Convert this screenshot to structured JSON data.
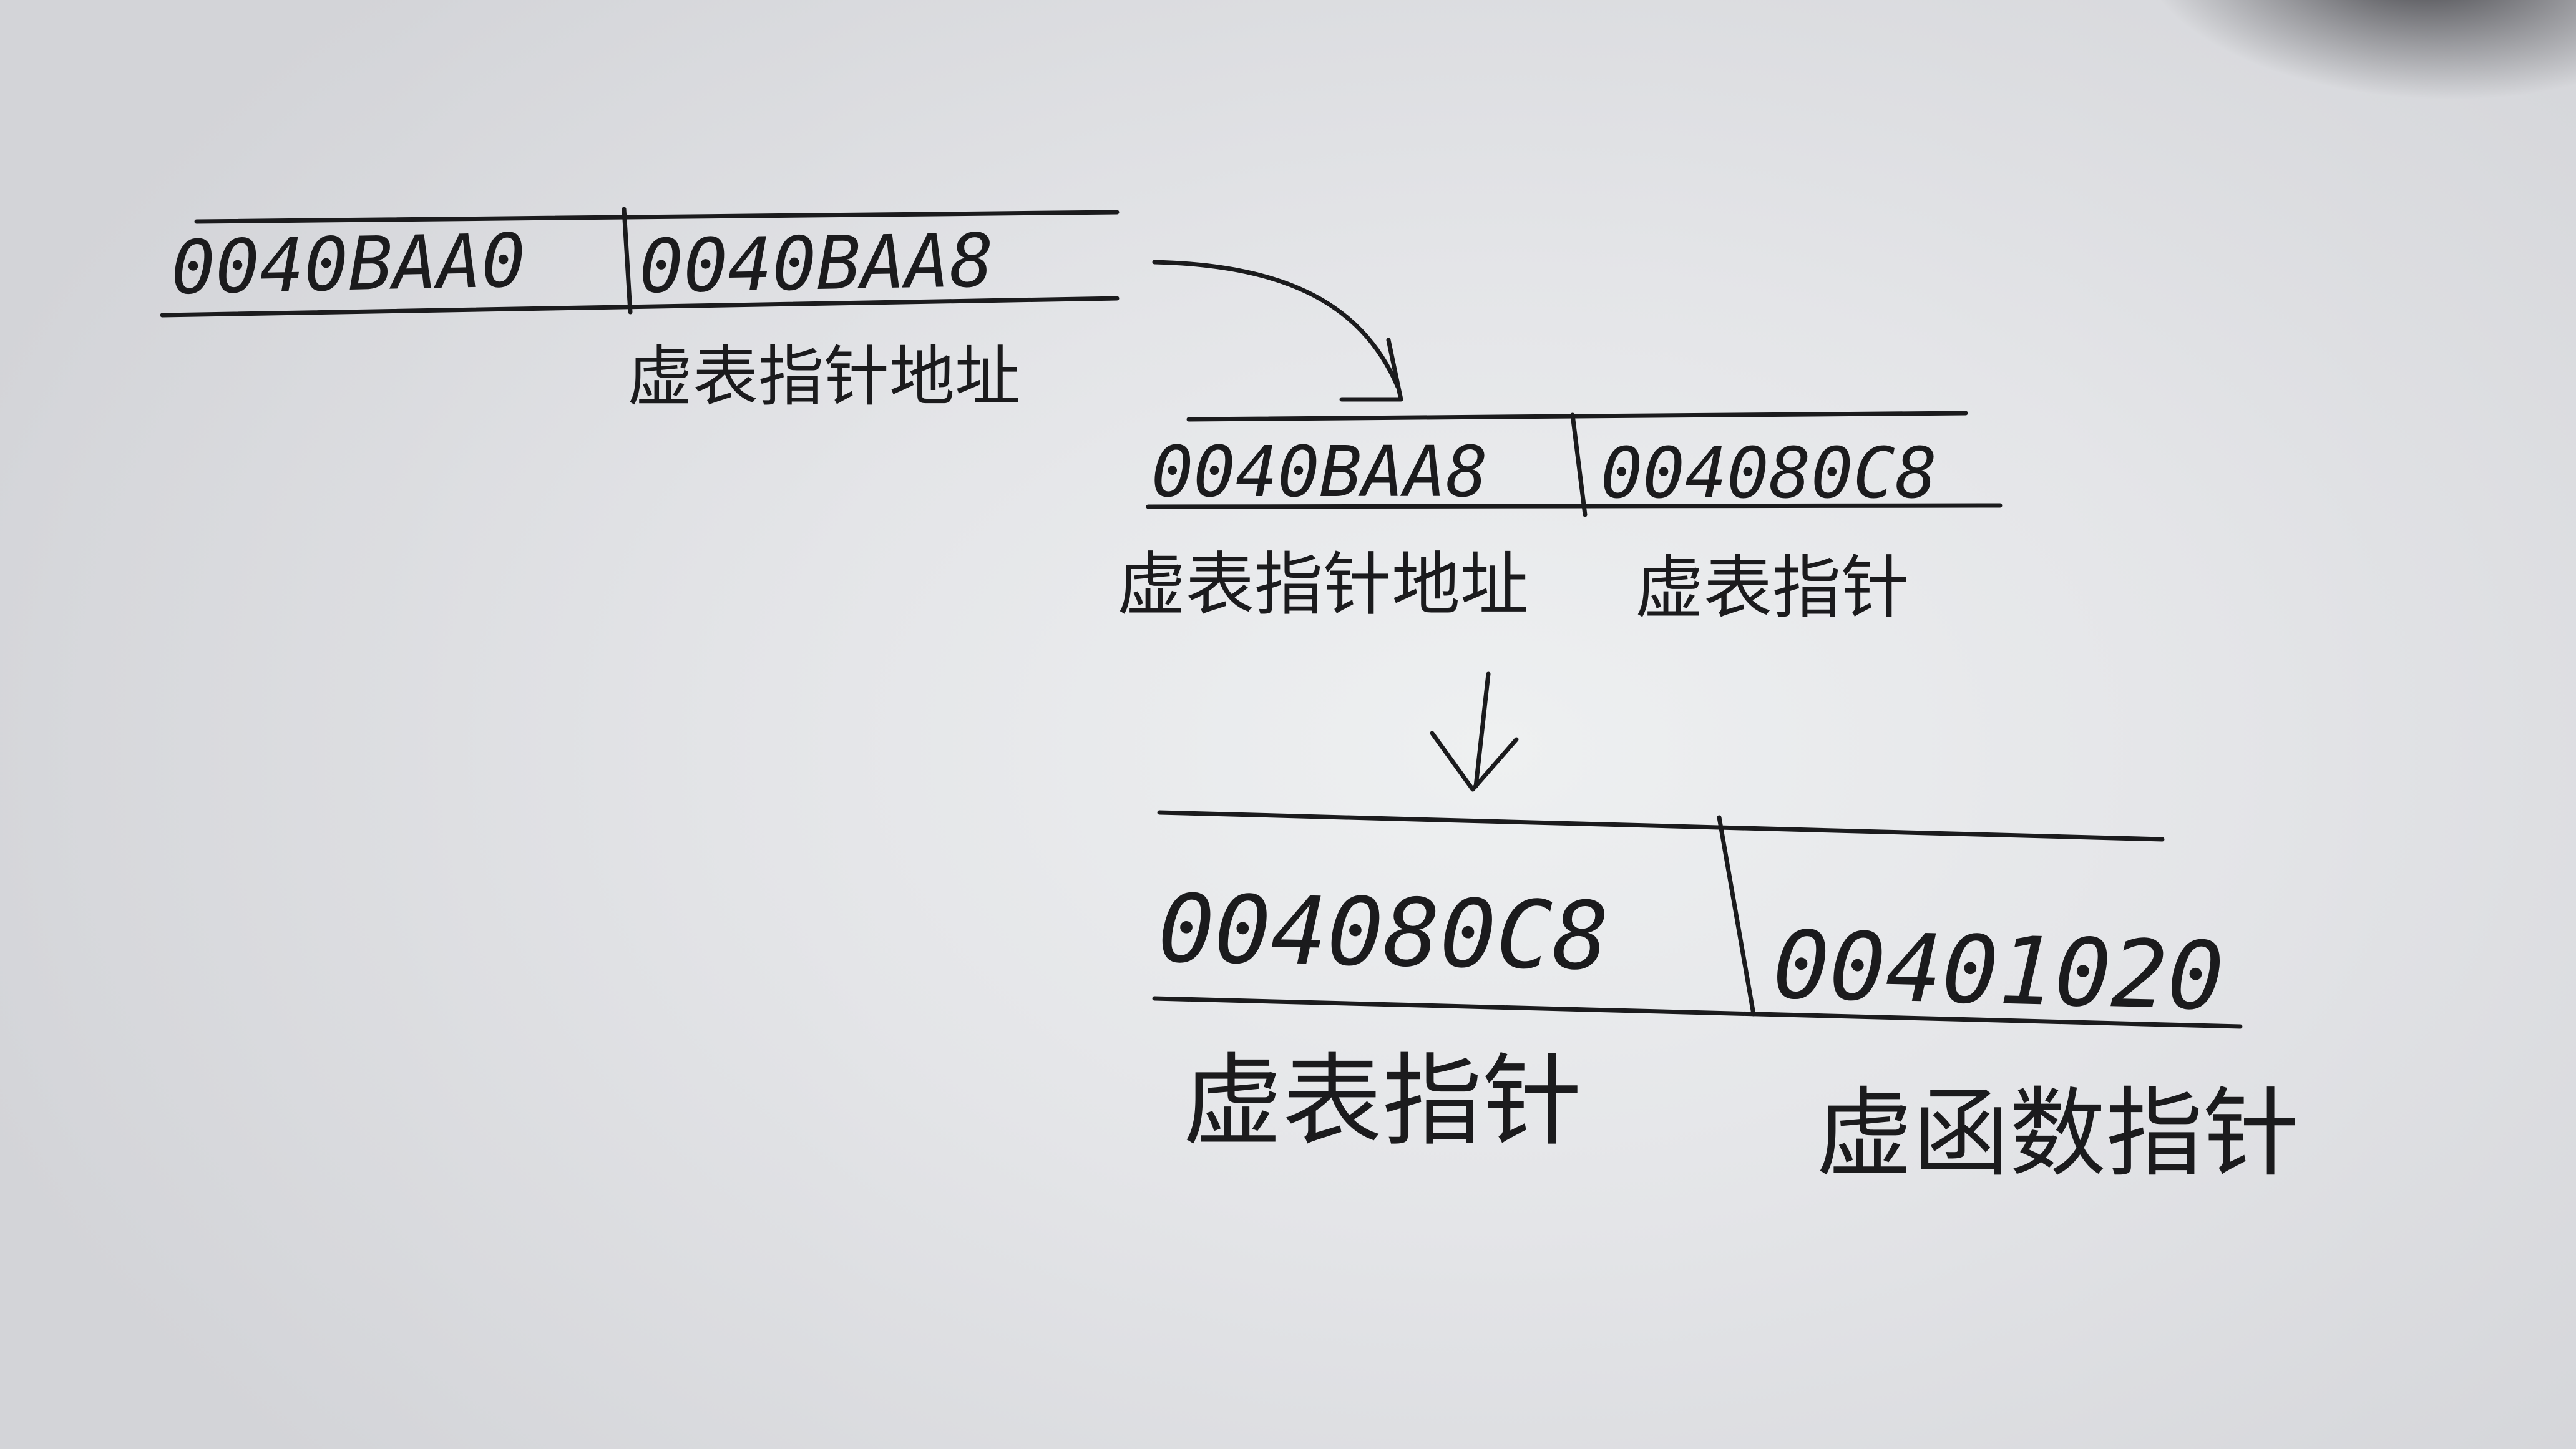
{
  "note": {
    "row1": {
      "cell_left": "0040BAA0",
      "cell_right": "0040BAA8",
      "label_right": "虚表指针地址"
    },
    "row2": {
      "cell_left": "0040BAA8",
      "cell_right": "004080C8",
      "label_left": "虚表指针地址",
      "label_right": "虚表指针"
    },
    "row3": {
      "cell_left": "004080C8",
      "cell_right": "00401020",
      "label_left": "虚表指针",
      "label_right": "虚函数指针"
    }
  },
  "colors": {
    "ink": "#1b1b1d",
    "paper": "#e6e7ea"
  }
}
